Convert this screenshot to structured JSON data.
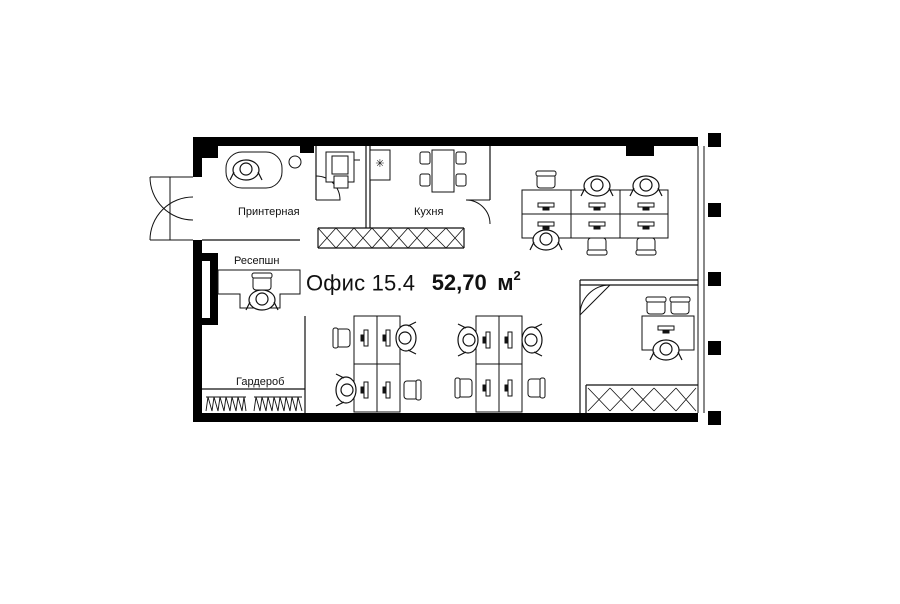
{
  "title": {
    "name": "Офис 15.4",
    "area": "52,70",
    "unit": "м",
    "unit_power": "2"
  },
  "rooms": {
    "printer": "Принтерная",
    "kitchen": "Кухня",
    "reception": "Ресепшн",
    "wardrobe": "Гардероб"
  },
  "colors": {
    "wall": "#000000",
    "line": "#111111",
    "background": "#ffffff"
  }
}
